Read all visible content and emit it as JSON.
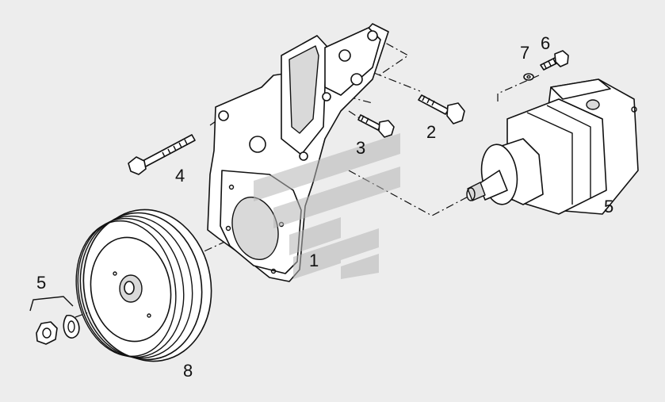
{
  "diagram": {
    "callouts": [
      {
        "id": "c1",
        "text": "1"
      },
      {
        "id": "c2",
        "text": "2"
      },
      {
        "id": "c3",
        "text": "3"
      },
      {
        "id": "c4",
        "text": "4"
      },
      {
        "id": "c5a",
        "text": "5"
      },
      {
        "id": "c5b",
        "text": "5"
      },
      {
        "id": "c6",
        "text": "6"
      },
      {
        "id": "c7",
        "text": "7"
      },
      {
        "id": "c8",
        "text": "8"
      }
    ]
  },
  "colors": {
    "background": "#ededed",
    "line": "#111111",
    "watermark": "#b4b4b4"
  }
}
